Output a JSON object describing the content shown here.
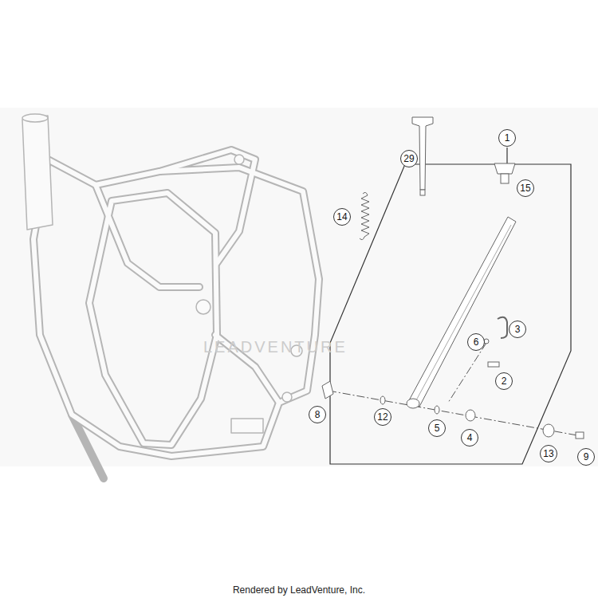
{
  "diagram": {
    "caption": "Rendered by LeadVenture, Inc.",
    "nodes": [
      {
        "text": [
          "1"
        ]
      },
      {
        "text": [
          "29"
        ]
      },
      {
        "text": [
          "14"
        ]
      },
      {
        "text": [
          "15"
        ]
      },
      {
        "text": [
          "3"
        ]
      },
      {
        "text": [
          "6"
        ]
      },
      {
        "text": [
          "2"
        ]
      },
      {
        "text": [
          "8"
        ]
      },
      {
        "text": [
          "12"
        ]
      },
      {
        "text": [
          "5"
        ]
      },
      {
        "text": [
          "4"
        ]
      },
      {
        "text": [
          "13"
        ]
      },
      {
        "text": [
          "9"
        ]
      }
    ],
    "labels": [
      "LEADVENTURE"
    ]
  }
}
